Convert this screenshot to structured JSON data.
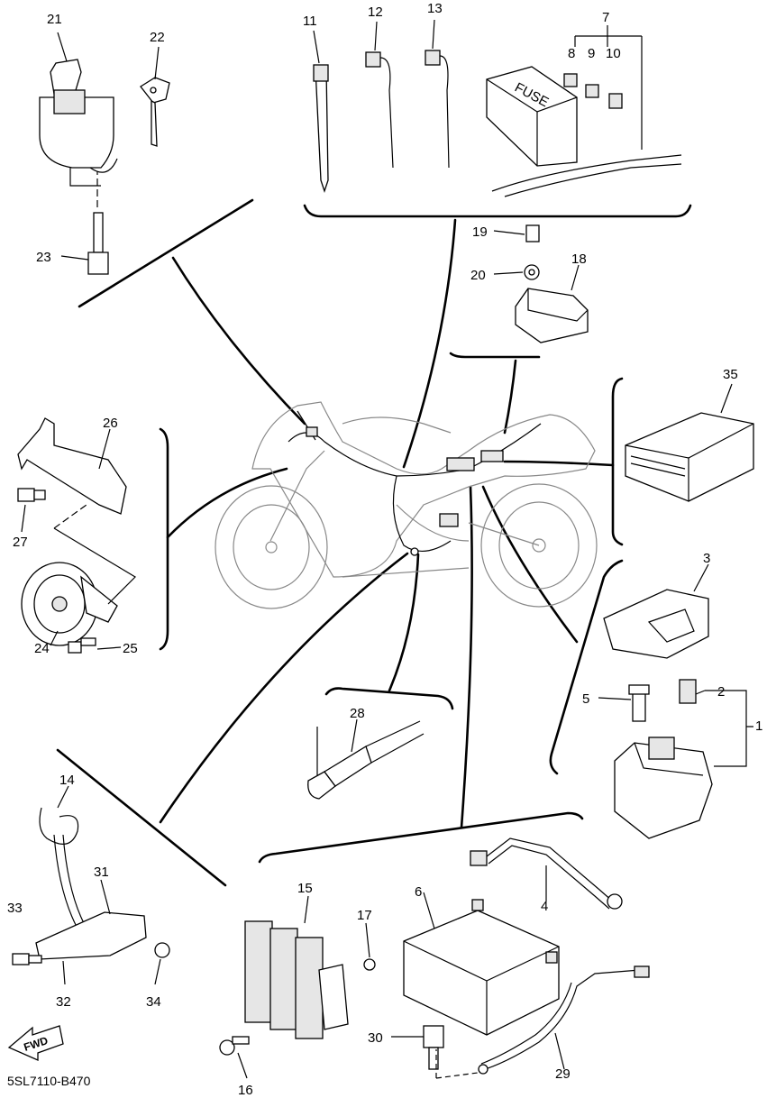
{
  "diagram_code": "5SL7110-B470",
  "forward_label": "FWD",
  "fuse_box_text": "FUSE",
  "part_labels": {
    "p1": "1",
    "p2": "2",
    "p3": "3",
    "p4": "4",
    "p5": "5",
    "p6": "6",
    "p7": "7",
    "p8": "8",
    "p9": "9",
    "p10": "10",
    "p11": "11",
    "p12": "12",
    "p13": "13",
    "p14": "14",
    "p15": "15",
    "p16": "16",
    "p17": "17",
    "p18": "18",
    "p19": "19",
    "p20": "20",
    "p21": "21",
    "p22": "22",
    "p23": "23",
    "p24": "24",
    "p25": "25",
    "p26": "26",
    "p27": "27",
    "p28": "28",
    "p29": "29",
    "p30": "30",
    "p31": "31",
    "p32": "32",
    "p33": "33",
    "p34": "34",
    "p35": "35"
  }
}
